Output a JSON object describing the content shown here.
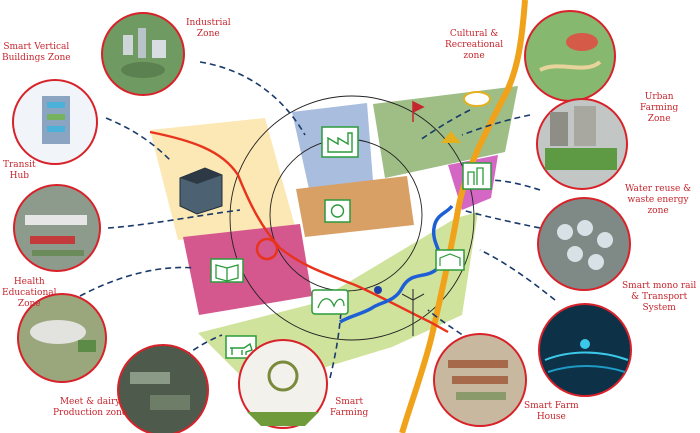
{
  "labels": {
    "industrial": "Industrial\nZone",
    "smart_vertical": "Smart Vertical\nBuildings Zone",
    "transit": "Transit\nHub",
    "health": "Health\nEducational\nZone",
    "meet_dairy": "Meet & dairy\nProduction zone",
    "smart_farming": "Smart\nFarming",
    "smart_farm_house": "Smart Farm\nHouse",
    "cultural": "Cultural &\nRecreational\nzone",
    "urban_farming": "Urban\nFarming\nZone",
    "water_reuse": "Water reuse &\nwaste energy\nzone",
    "mono_rail": "Smart mono rail\n& Transport\nSystem"
  },
  "colors": {
    "label_text": "#c6262e",
    "photo_ring": "#d8222a",
    "connector": "#1a3a6b",
    "road_red": "#e8341c",
    "river_blue": "#1f5fd6",
    "rail_orange": "#f0a21a",
    "zone_yellow": "#fbe8b4",
    "zone_blue": "#a9bddf",
    "zone_green": "#9ebe86",
    "zone_tan": "#d9a066",
    "zone_pink": "#d4578d",
    "zone_magenta": "#d466c4",
    "zone_lightgreen": "#cfe39c"
  }
}
